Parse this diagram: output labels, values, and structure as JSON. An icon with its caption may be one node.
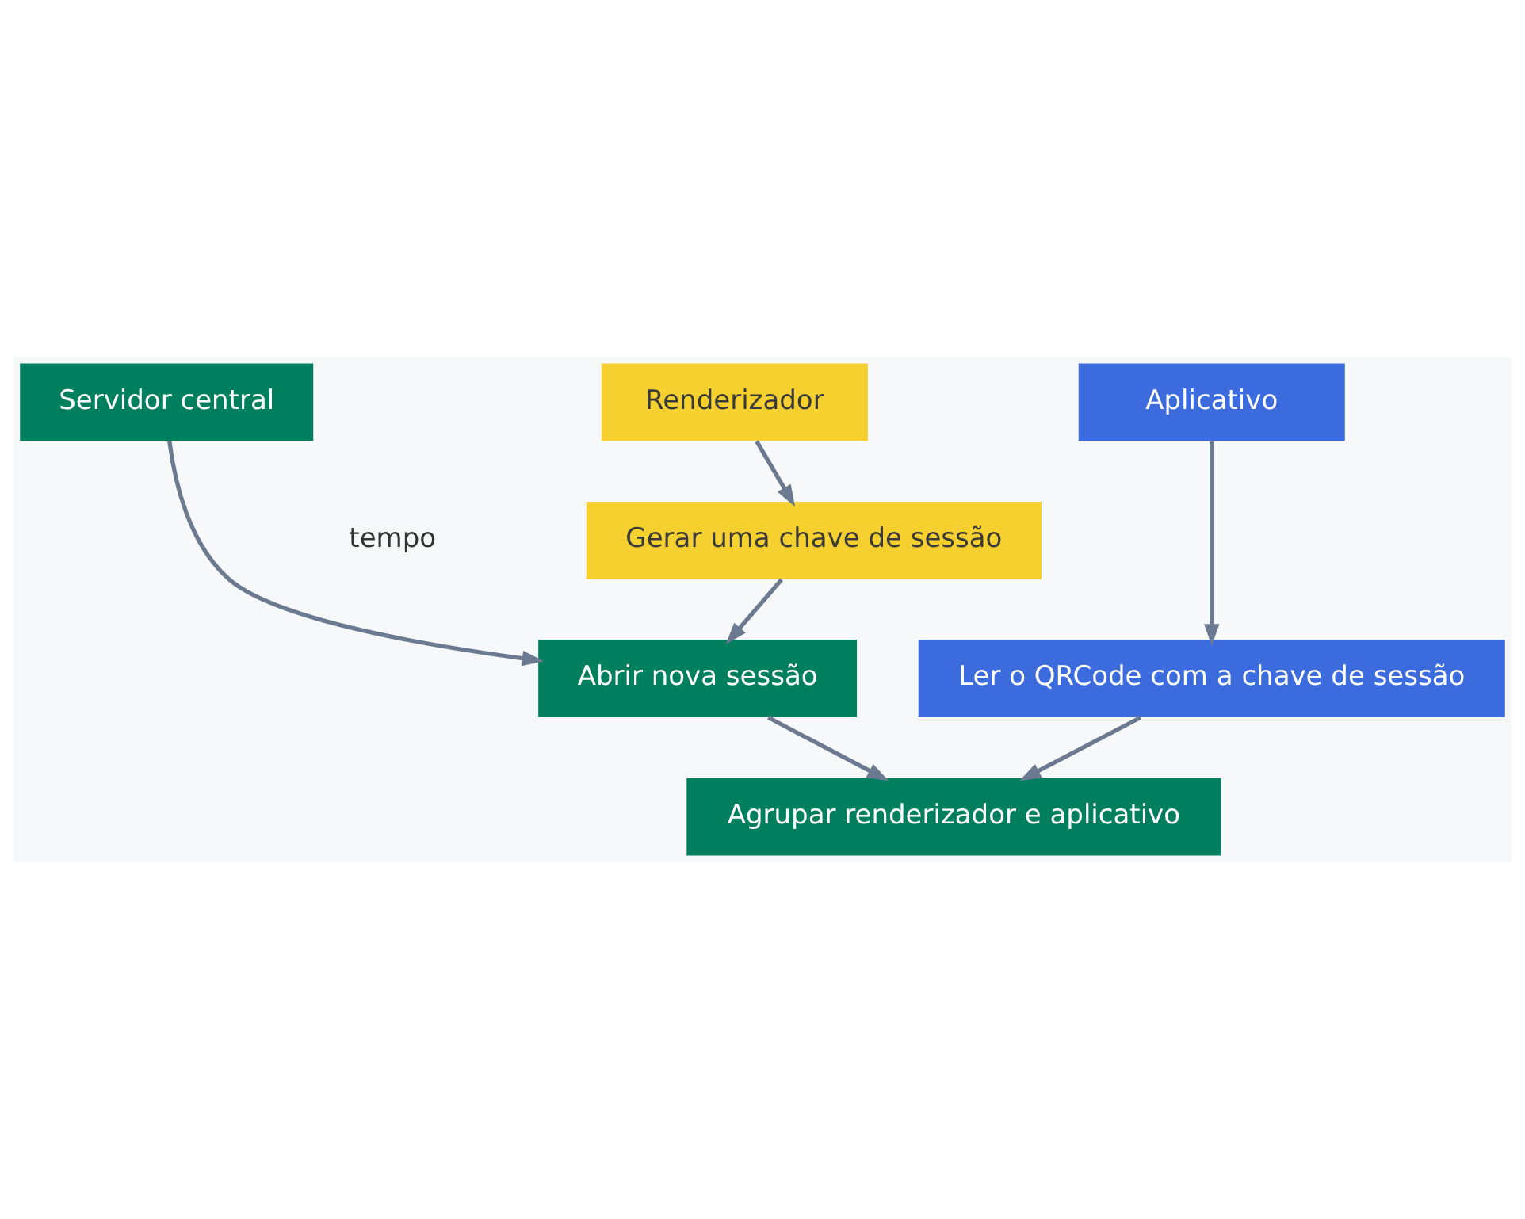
{
  "diagram": {
    "nodes": [
      {
        "text": [
          "Renderizador"
        ]
      },
      {
        "text": [
          "Gerar uma chave de sessão"
        ]
      },
      {
        "text": [
          "Servidor central"
        ]
      },
      {
        "text": [
          "Abrir nova sessão"
        ]
      },
      {
        "text": [
          "Aplicativo"
        ]
      },
      {
        "text": [
          "Ler o QRCode com a chave de sessão"
        ]
      },
      {
        "text": [
          "Agrupar renderizador e aplicativo"
        ]
      }
    ],
    "edges": [
      {
        "from": 0,
        "to": 1,
        "arrow": "to"
      },
      {
        "from": 2,
        "to": 3,
        "arrow": "to"
      },
      {
        "from": 1,
        "to": 3,
        "arrow": "to"
      },
      {
        "from": 4,
        "to": 5,
        "arrow": "to"
      },
      {
        "from": 3,
        "to": 6,
        "arrow": "to"
      },
      {
        "from": 5,
        "to": 6,
        "arrow": "to"
      }
    ],
    "labels": [
      "tempo"
    ]
  }
}
